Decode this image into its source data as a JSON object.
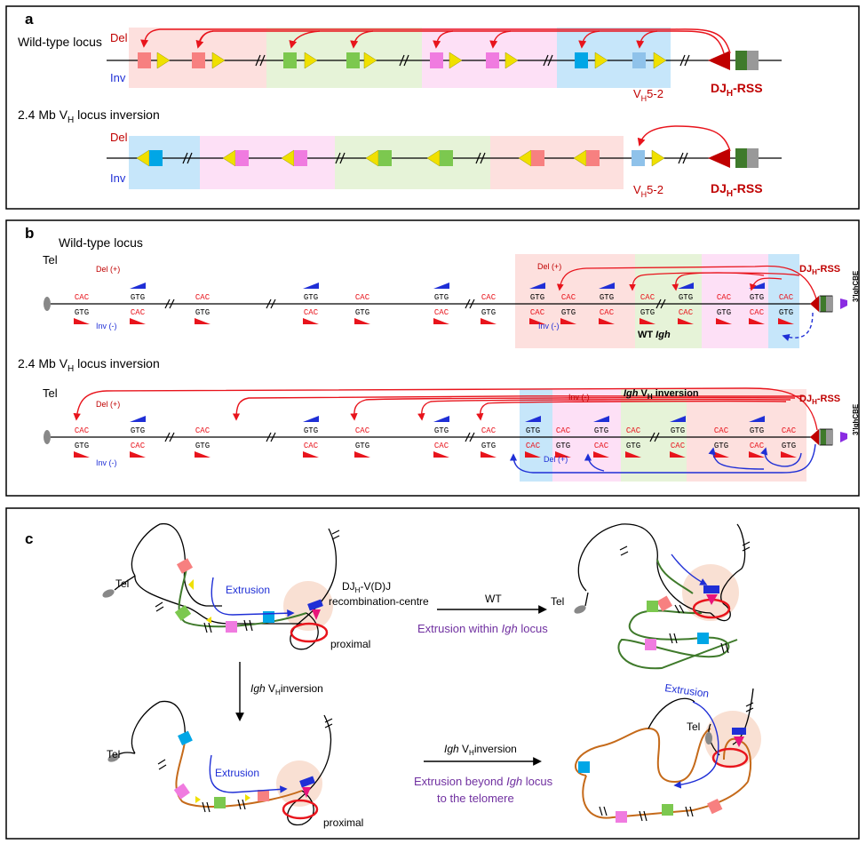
{
  "panel_a": {
    "letter": "a",
    "wt_title": "Wild-type locus",
    "inv_title": "2.4 Mb V",
    "inv_title_sub": "H",
    "inv_title_rest": " locus inversion",
    "del": "Del",
    "inv": "Inv",
    "vh": "V",
    "vh_sub": "H",
    "vh_rest": "5-2",
    "dj": "DJ",
    "dj_sub": "H",
    "dj_rest": "-RSS"
  },
  "panel_b": {
    "letter": "b",
    "wt_title": "Wild-type locus",
    "inv_title": "2.4 Mb V",
    "inv_title_sub": "H",
    "inv_title_rest": " locus inversion",
    "tel": "Tel",
    "del_plus": "Del (+)",
    "inv_minus": "Inv (-)",
    "cac": "CAC",
    "gtg": "GTG",
    "wt_igh_pre": "WT ",
    "wt_igh_it": "Igh",
    "igh_inv_it": "Igh",
    "igh_inv_v": " V",
    "igh_inv_sub": "H",
    "igh_inv_rest": " inversion",
    "dj": "DJ",
    "dj_sub": "H",
    "dj_rest": "-RSS",
    "cbe": "3'IghCBE"
  },
  "panel_c": {
    "letter": "c",
    "tel": "Tel",
    "extrusion": "Extrusion",
    "center_l1_a": "DJ",
    "center_l1_sub": "H",
    "center_l1_b": "-V(D)J",
    "center_l2": "recombination-centre",
    "proximal": "proximal",
    "wt": "WT",
    "wt_caption_a": "Extrusion within ",
    "wt_caption_it": "Igh",
    "wt_caption_b": " locus",
    "down_it": "Igh",
    "down_v": " V",
    "down_sub": "H",
    "down_rest": "inversion",
    "inv_arrow_it": "Igh",
    "inv_arrow_v": " V",
    "inv_arrow_sub": "H",
    "inv_arrow_rest": "inversion",
    "inv_caption_l1_a": "Extrusion beyond ",
    "inv_caption_l1_it": "Igh",
    "inv_caption_l1_b": " locus",
    "inv_caption_l2": "to the telomere"
  },
  "colors": {
    "red": "#e8141c",
    "dark_red": "#c00000",
    "blue": "#1f2fd6",
    "yellow": "#f0e000",
    "green_dark": "#3f7a2b",
    "purple": "#7030a0",
    "pink_bg": "#fde0de",
    "green_bg": "#e6f3d8",
    "magenta_bg": "#fde0f6",
    "blue_bg": "#c6e6fa"
  }
}
